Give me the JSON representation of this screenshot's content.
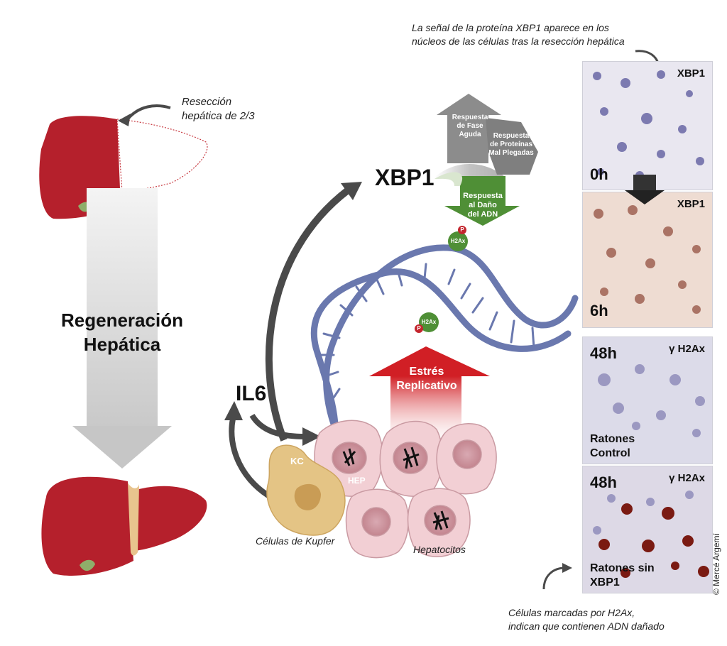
{
  "left": {
    "resection_note": "Resección hepática de 2/3",
    "regeneration_title_line1": "Regeneración",
    "regeneration_title_line2": "Hepática"
  },
  "center": {
    "il6_label": "IL6",
    "xbp1_label": "XBP1",
    "kc_label": "KC",
    "hep_label": "HEP",
    "kupffer_caption": "Células de Kupfer",
    "hepatocytes_caption": "Hepatocitos",
    "stress_line1": "Estrés",
    "stress_line2": "Replicativo",
    "h2ax_label": "H2Ax",
    "phospho_label": "P",
    "responses": {
      "acute_phase": [
        "Respuesta",
        "de Fase",
        "Aguda"
      ],
      "misfolded": [
        "Respuesta",
        "de Proteínas",
        "Mal Plegadas"
      ],
      "dna_damage": [
        "Respuesta",
        "al Daño",
        "del ADN"
      ]
    }
  },
  "right": {
    "top_note_line1": "La señal de la proteína XBP1 aparece en los",
    "top_note_line2": "núcleos de las células tras la resección hepática",
    "panels": [
      {
        "time": "0h",
        "marker": "XBP1",
        "group": ""
      },
      {
        "time": "6h",
        "marker": "XBP1",
        "group": ""
      },
      {
        "time": "48h",
        "marker": "γ H2Ax",
        "group": "Ratones Control"
      },
      {
        "time": "48h",
        "marker": "γ H2Ax",
        "group": "Ratones sin XBP1"
      }
    ],
    "group_lines": [
      [
        "Ratones",
        "Control"
      ],
      [
        "Ratones sin",
        "XBP1"
      ]
    ],
    "bottom_note_line1": "Células marcadas por H2Ax,",
    "bottom_note_line2": "indican que contienen ADN dañado",
    "copyright": "© Mercé Argemí"
  },
  "colors": {
    "liver": "#b5202c",
    "gallbladder": "#8fae6a",
    "dna": "#6a78ae",
    "arrow_dark": "#4a4a4a",
    "stress_red": "#d11f25",
    "dna_response_green": "#55973a",
    "grey_response": "#8c8c8c",
    "hepatocyte": "#f2cfd4",
    "kupffer": "#e4c485"
  }
}
